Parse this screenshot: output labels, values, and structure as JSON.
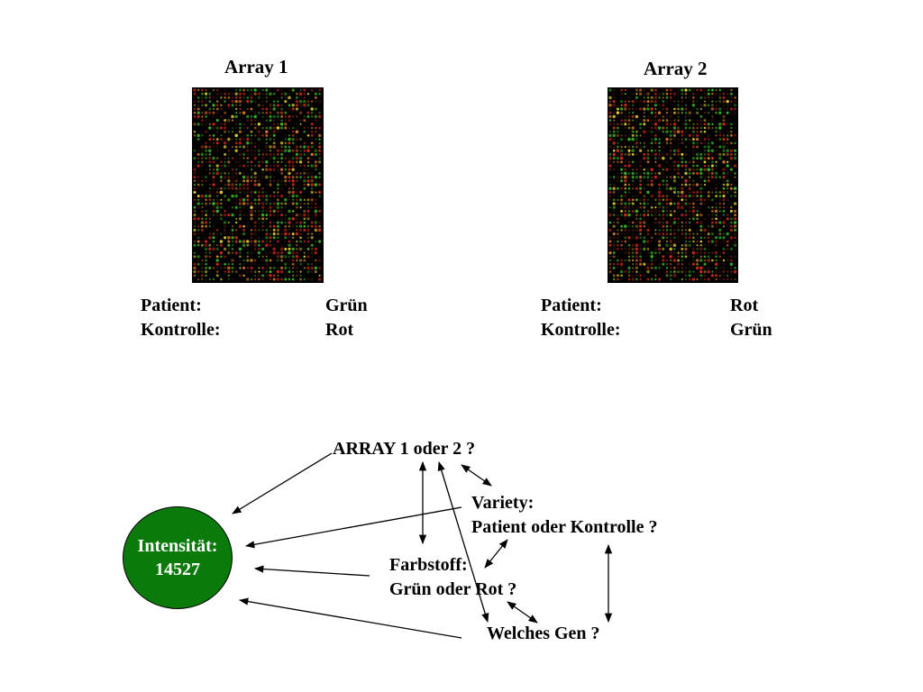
{
  "array1": {
    "title": "Array 1",
    "patient_label": "Patient:",
    "patient_value": "Grün",
    "control_label": "Kontrolle:",
    "control_value": "Rot"
  },
  "array2": {
    "title": "Array 2",
    "patient_label": "Patient:",
    "patient_value": "Rot",
    "control_label": "Kontrolle:",
    "control_value": "Grün"
  },
  "diagram": {
    "array_question": "ARRAY 1 oder 2 ?",
    "variety_line1": "Variety:",
    "variety_line2": "Patient oder Kontrolle ?",
    "dye_line1": "Farbstoff:",
    "dye_line2": "Grün oder Rot ?",
    "gene_question": "Welches Gen ?",
    "intensity_label": "Intensität:",
    "intensity_value": "14527"
  },
  "colors": {
    "circle_fill": "#0a7a0a",
    "circle_text": "#ffffff",
    "spot_red": "#d2281e",
    "spot_green": "#3cb428",
    "spot_yellow": "#e6d232",
    "spot_orange": "#d27828",
    "spot_dark": "#2a1208"
  }
}
